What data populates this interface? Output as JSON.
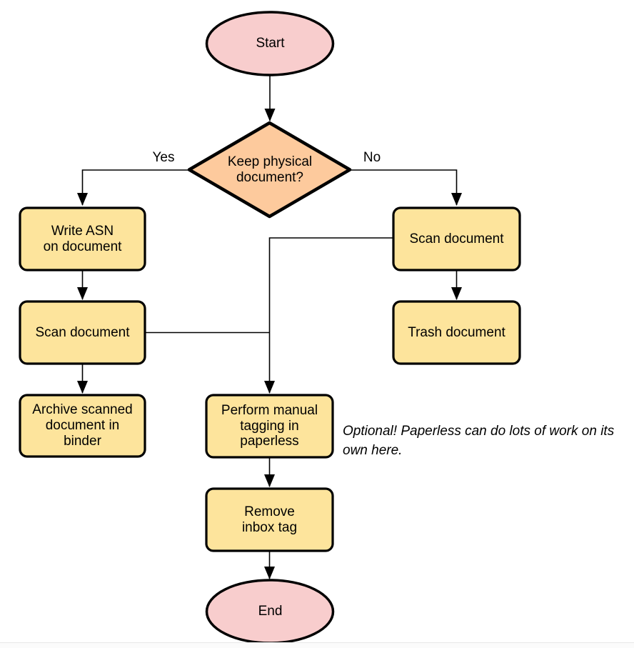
{
  "diagram": {
    "type": "flowchart",
    "nodes": {
      "start": {
        "type": "terminator",
        "label": "Start"
      },
      "decision": {
        "type": "decision",
        "label": "Keep physical\ndocument?"
      },
      "write_asn": {
        "type": "process",
        "label": "Write ASN\non document"
      },
      "scan_left": {
        "type": "process",
        "label": "Scan document"
      },
      "archive": {
        "type": "process",
        "label": "Archive scanned\ndocument in\nbinder"
      },
      "scan_right": {
        "type": "process",
        "label": "Scan document"
      },
      "trash": {
        "type": "process",
        "label": "Trash document"
      },
      "tagging": {
        "type": "process",
        "label": "Perform manual\ntagging in\npaperless"
      },
      "remove_inbox": {
        "type": "process",
        "label": "Remove\ninbox tag"
      },
      "end": {
        "type": "terminator",
        "label": "End"
      }
    },
    "edges": [
      {
        "from": "start",
        "to": "decision",
        "label": ""
      },
      {
        "from": "decision",
        "to": "write_asn",
        "label": "Yes"
      },
      {
        "from": "decision",
        "to": "scan_right",
        "label": "No"
      },
      {
        "from": "write_asn",
        "to": "scan_left",
        "label": ""
      },
      {
        "from": "scan_left",
        "to": "archive",
        "label": ""
      },
      {
        "from": "scan_right",
        "to": "trash",
        "label": ""
      },
      {
        "from": "scan_right",
        "to": "tagging",
        "label": ""
      },
      {
        "from": "scan_left",
        "to": "tagging",
        "label": ""
      },
      {
        "from": "tagging",
        "to": "remove_inbox",
        "label": ""
      },
      {
        "from": "remove_inbox",
        "to": "end",
        "label": ""
      }
    ],
    "annotation": {
      "text": "Optional! Paperless can do lots of work on its own here."
    },
    "colors": {
      "terminator_fill": "#f8cdcd",
      "decision_fill": "#fdca9d",
      "process_fill": "#fde49c",
      "stroke": "#000000",
      "line": "#000000"
    }
  }
}
